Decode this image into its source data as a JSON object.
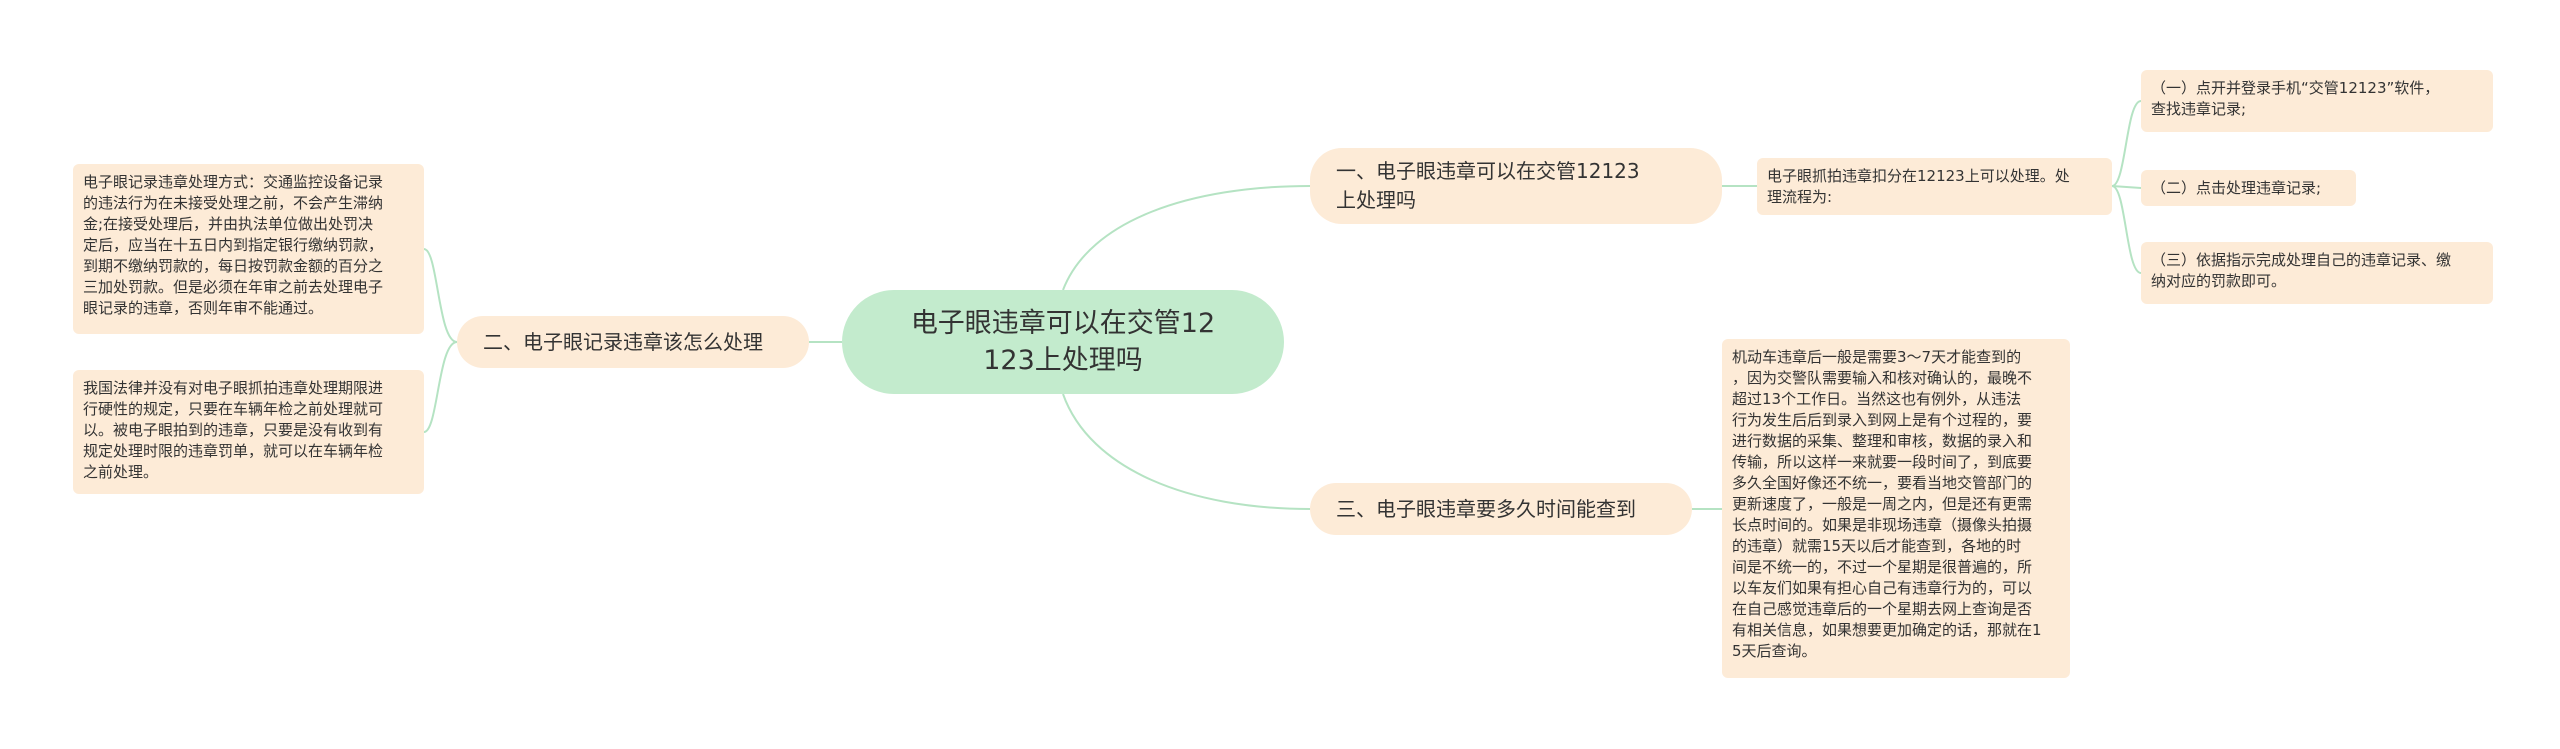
{
  "root": "电子眼违章可以在交管12\n123上处理吗",
  "branches": {
    "b1": "一、电子眼违章可以在交管12123\n上处理吗",
    "b2": "二、电子眼记录违章该怎么处理",
    "b3": "三、电子眼违章要多久时间能查到"
  },
  "leaves": {
    "b1_main": "电子眼抓拍违章扣分在12123上可以处理。处\n理流程为:",
    "t1": "（一）点开并登录手机“交管12123”软件，\n查找违章记录;",
    "t2": "（二）点击处理违章记录;",
    "t3": "（三）依据指示完成处理自己的违章记录、缴\n纳对应的罚款即可。",
    "b2_a": "电子眼记录违章处理方式：交通监控设备记录\n的违法行为在未接受处理之前，不会产生滞纳\n金;在接受处理后，并由执法单位做出处罚决\n定后，应当在十五日内到指定银行缴纳罚款，\n到期不缴纳罚款的，每日按罚款金额的百分之\n三加处罚款。但是必须在年审之前去处理电子\n眼记录的违章，否则年审不能通过。",
    "b2_b": "我国法律并没有对电子眼抓拍违章处理期限进\n行硬性的规定，只要在车辆年检之前处理就可\n以。被电子眼拍到的违章，只要是没有收到有\n规定处理时限的违章罚单，就可以在车辆年检\n之前处理。",
    "b3_main": "机动车违章后一般是需要3～7天才能查到的\n，因为交警队需要输入和核对确认的，最晚不\n超过13个工作日。当然这也有例外，从违法\n行为发生后后到录入到网上是有个过程的，要\n进行数据的采集、整理和审核，数据的录入和\n传输，所以这样一来就要一段时间了，到底要\n多久全国好像还不统一，要看当地交管部门的\n更新速度了，一般是一周之内，但是还有更需\n长点时间的。如果是非现场违章（摄像头拍摄\n的违章）就需15天以后才能查到，各地的时\n间是不统一的，不过一个星期是很普遍的，所\n以车友们如果有担心自己有违章行为的，可以\n在自己感觉违章后的一个星期去网上查询是否\n有相关信息，如果想要更加确定的话，那就在1\n5天后查询。"
  },
  "colors": {
    "root_fill": "#c3ebcd",
    "node_fill": "#fdebd7",
    "line": "#b5e3c3",
    "text": "#333333"
  }
}
